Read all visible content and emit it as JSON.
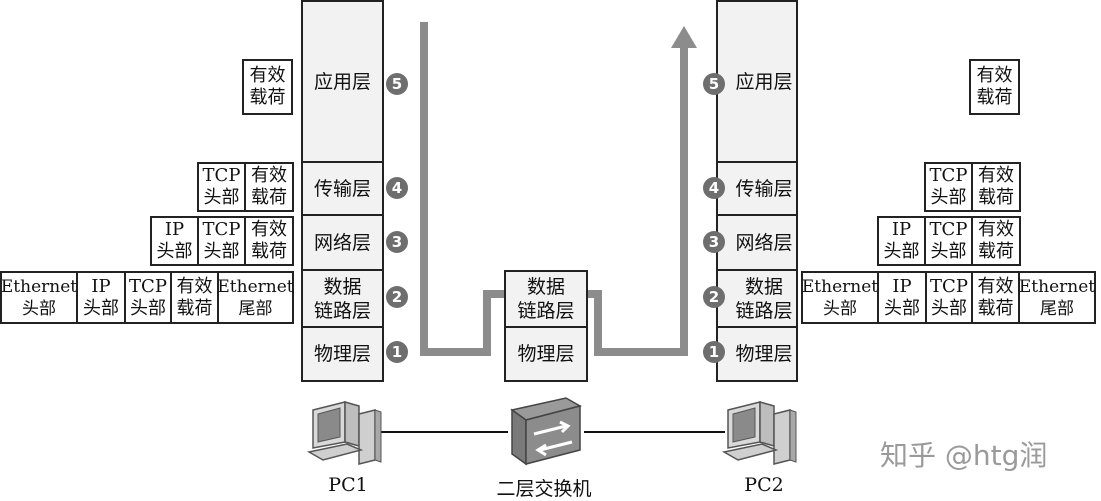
{
  "pc1_stack": {
    "application": "应用层",
    "transport": "传输层",
    "network": "网络层",
    "datalink": "数据\n链路层",
    "physical": "物理层"
  },
  "pc2_stack": {
    "application": "应用层",
    "transport": "传输层",
    "network": "网络层",
    "datalink": "数据\n链路层",
    "physical": "物理层"
  },
  "switch_stack": {
    "datalink": "数据\n链路层",
    "physical": "物理层"
  },
  "layer_numbers": [
    "5",
    "4",
    "3",
    "2",
    "1"
  ],
  "encapsulation": {
    "payload": "有效\n载荷",
    "tcp_header": "TCP\n头部",
    "ip_header": "IP\n头部",
    "ethernet_header": "Ethernet\n头部",
    "ethernet_trailer": "Ethernet\n尾部"
  },
  "devices": {
    "pc1": "PC1",
    "switch": "二层交换机",
    "pc2": "PC2"
  },
  "watermark": "知乎 @htg润",
  "colors": {
    "arrow": "#8c8c8c",
    "badge": "#6e6e6e",
    "layer_fill": "#f2f2f2"
  }
}
